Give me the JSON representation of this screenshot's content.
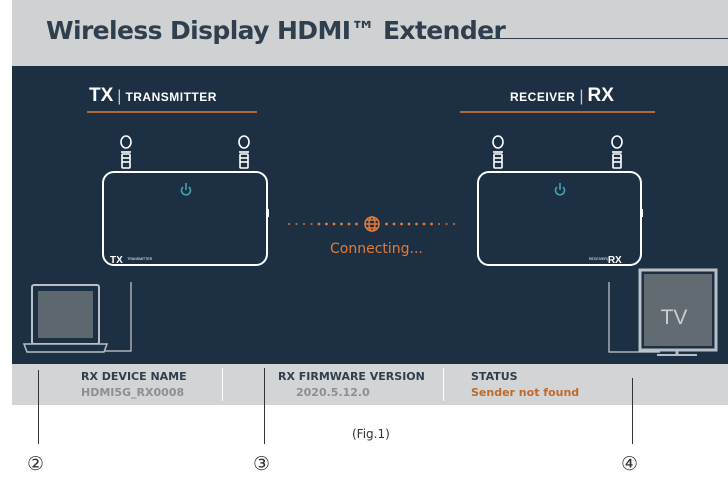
{
  "header": {
    "title": "Wireless Display HDMI™ Extender"
  },
  "transmitter": {
    "abbr": "TX",
    "label": "TRANSMITTER",
    "caption_abbr": "TX",
    "caption_label": "TRANSMITTER"
  },
  "receiver": {
    "abbr": "RX",
    "label": "RECEIVER",
    "caption_abbr": "RX",
    "caption_label": "RECEIVER"
  },
  "connection": {
    "status_text": "Connecting..."
  },
  "receiver_screen": {
    "label": "TV"
  },
  "status_bar": {
    "device_name": {
      "label": "RX DEVICE NAME",
      "value": "HDMI5G_RX0008"
    },
    "firmware": {
      "label": "RX FIRMWARE VERSION",
      "value": "2020.5.12.0"
    },
    "status": {
      "label": "STATUS",
      "value": "Sender not found"
    }
  },
  "figure_caption": "(Fig.1)",
  "callouts": [
    "②",
    "③",
    "④"
  ],
  "colors": {
    "panel": "#1d3043",
    "header": "#cfd1d2",
    "accent_orange": "#e07b39",
    "power_teal": "#3fa3b3",
    "muted_value": "#8a9096"
  }
}
